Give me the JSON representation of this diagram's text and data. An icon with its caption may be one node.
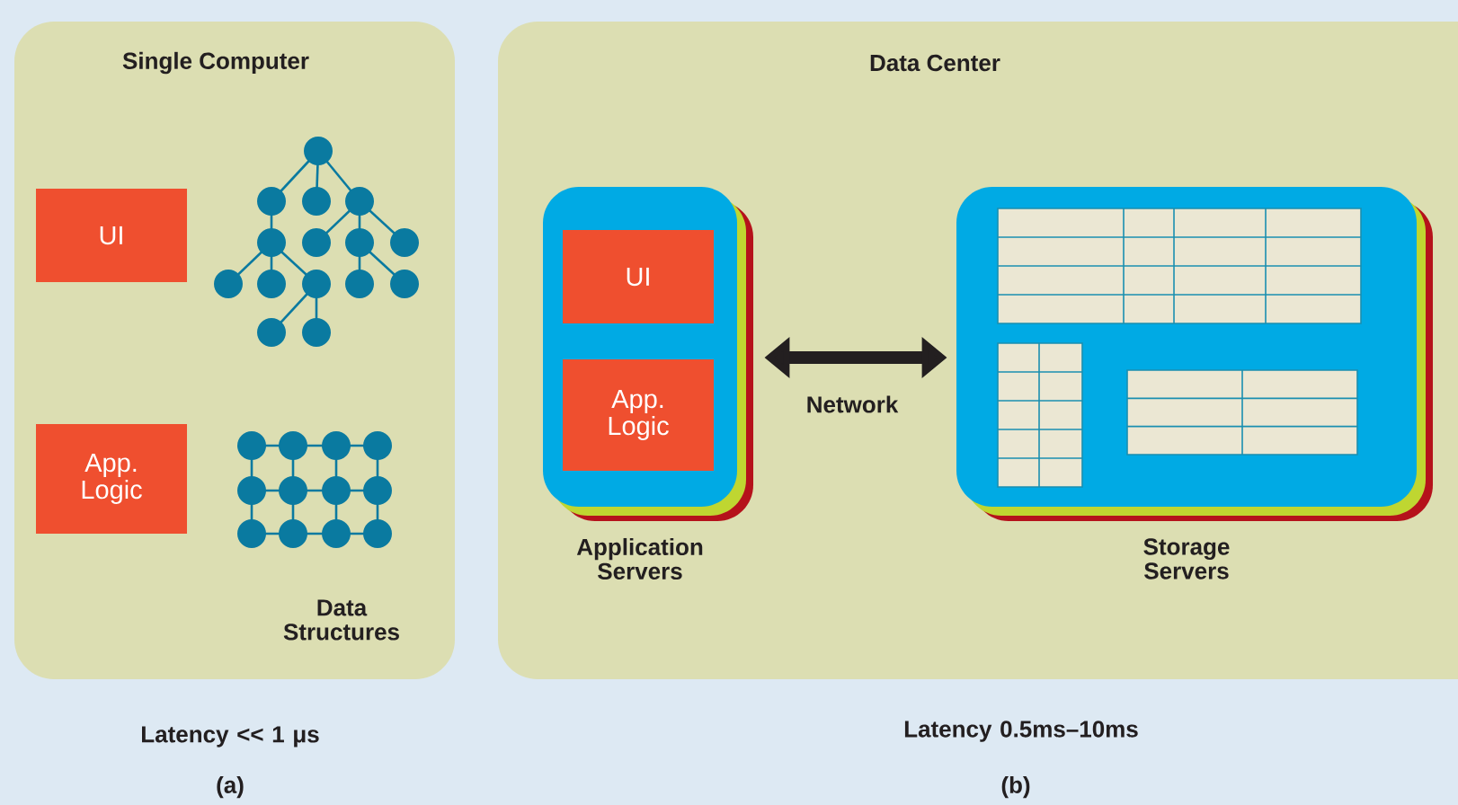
{
  "diagram": {
    "nodes": [
      {
        "text": [
          "Single Computer"
        ]
      },
      {
        "text": [
          "UI"
        ],
        "in": 0
      },
      {
        "text": [
          "App. Logic"
        ],
        "in": 0
      },
      {
        "text": [
          "Data Center"
        ]
      },
      {
        "text": [],
        "shape": "box",
        "in": 3,
        "beside": [
          "Application Servers"
        ]
      },
      {
        "text": [
          "UI"
        ],
        "in": 4
      },
      {
        "text": [
          "App. Logic"
        ],
        "in": 4
      },
      {
        "text": [],
        "shape": "box",
        "in": 3,
        "beside": [
          "Storage Servers"
        ]
      }
    ],
    "edges": [
      {
        "from": 4,
        "to": 7,
        "arrow": "both",
        "label": "Network"
      }
    ],
    "labels": [
      "Data Structures",
      "Latency << 1 μs",
      "(a)",
      "Latency 0.5ms–10ms",
      "(b)"
    ]
  }
}
